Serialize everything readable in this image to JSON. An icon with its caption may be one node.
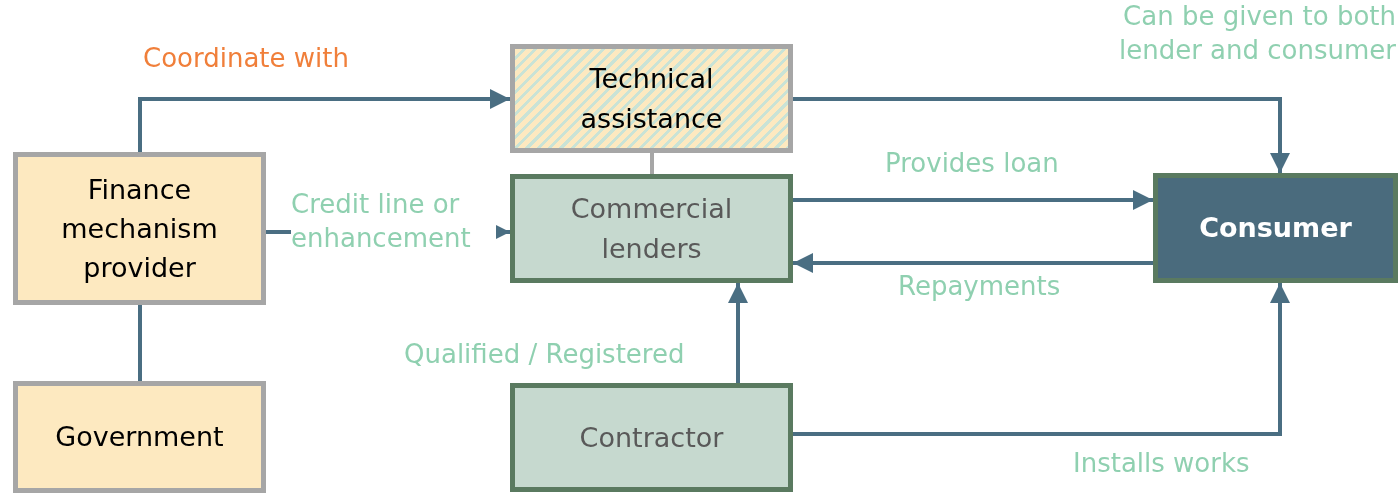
{
  "diagram": {
    "nodes": [
      {
        "text": [
          "Finance mechanism provider"
        ]
      },
      {
        "text": [
          "Government"
        ]
      },
      {
        "text": [
          "Technical assistance"
        ]
      },
      {
        "text": [
          "Commercial lenders"
        ]
      },
      {
        "text": [
          "Consumer"
        ]
      },
      {
        "text": [
          "Contractor"
        ]
      }
    ],
    "edges": [
      {
        "from": 0,
        "to": 2,
        "arrow": "to",
        "label": "Coordinate with"
      },
      {
        "from": 0,
        "to": 3,
        "arrow": "to",
        "label": "Credit line or enhancement"
      },
      {
        "from": 2,
        "to": 4,
        "arrow": "to",
        "label": "Can be given to both lender and consumer"
      },
      {
        "from": 3,
        "to": 4,
        "arrow": "to",
        "label": "Provides loan"
      },
      {
        "from": 4,
        "to": 3,
        "arrow": "to",
        "label": "Repayments"
      },
      {
        "from": 5,
        "to": 3,
        "arrow": "to",
        "label": "Qualified / Registered"
      },
      {
        "from": 5,
        "to": 4,
        "arrow": "to",
        "label": "Installs works"
      },
      {
        "from": 0,
        "to": 1,
        "arrow": "none"
      },
      {
        "from": 2,
        "to": 3,
        "arrow": "none",
        "color": "#a6a6a6"
      }
    ]
  }
}
